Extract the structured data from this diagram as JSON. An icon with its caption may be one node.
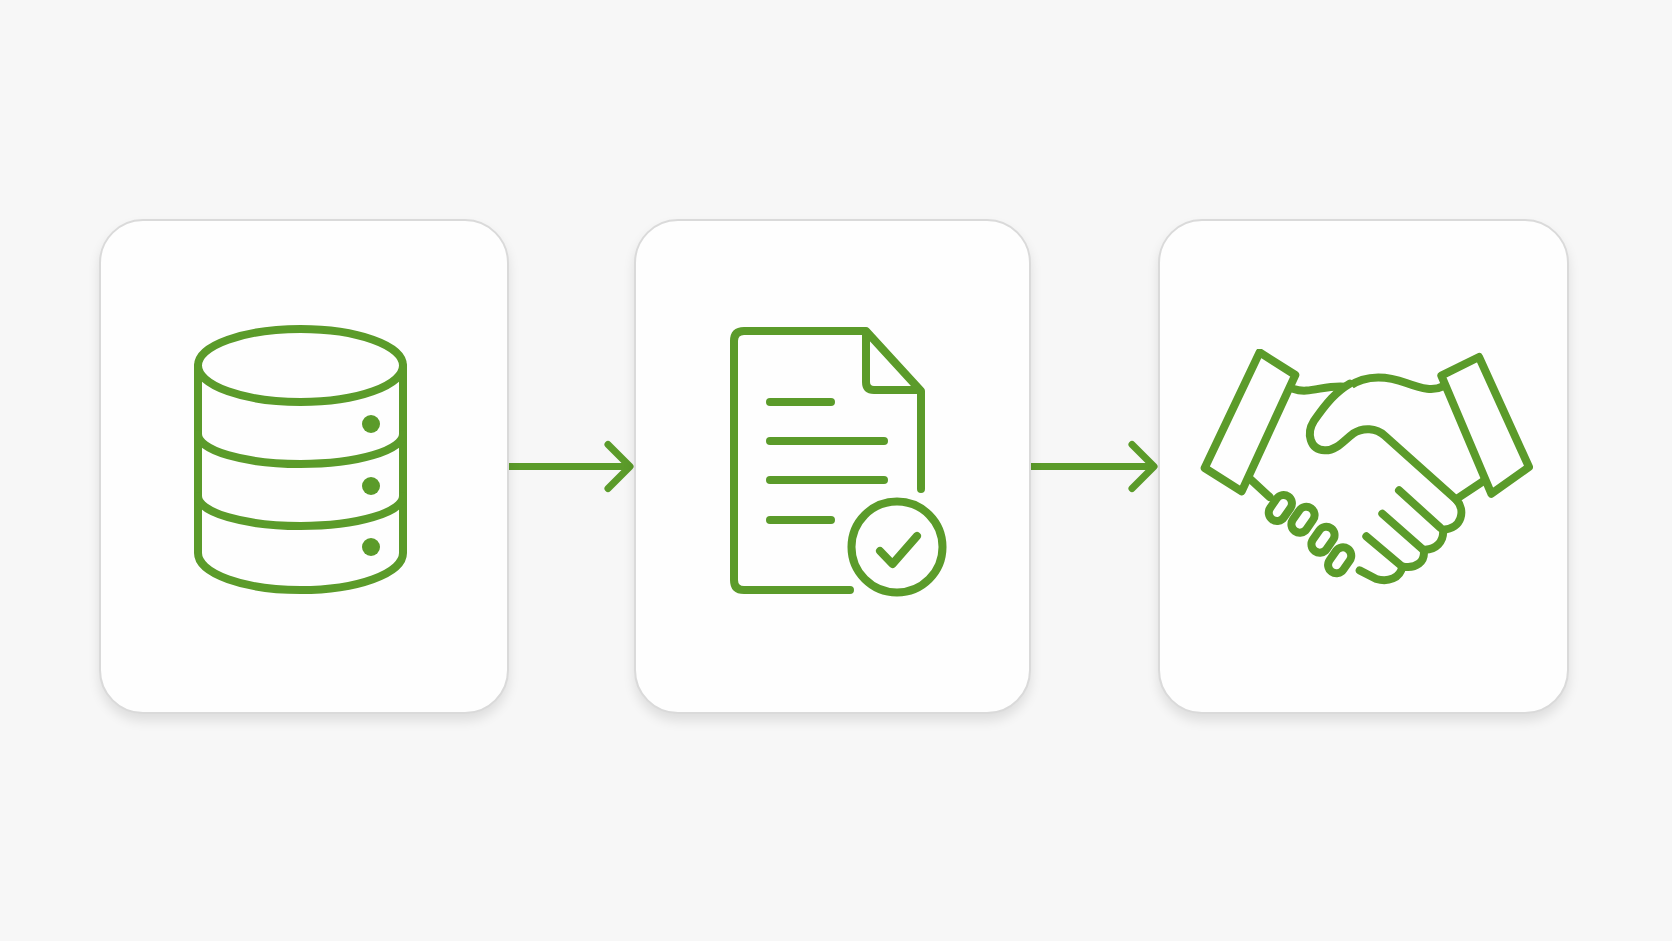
{
  "diagram": {
    "nodes": [
      {
        "text": [],
        "shape": "box"
      },
      {
        "text": [],
        "shape": "picture",
        "in": 0
      },
      {
        "text": [],
        "shape": "box"
      },
      {
        "text": [],
        "shape": "picture",
        "in": 2
      },
      {
        "text": [],
        "shape": "box"
      },
      {
        "text": [],
        "shape": "picture",
        "in": 4
      }
    ],
    "edges": [
      {
        "from": 0,
        "to": 2,
        "arrow": "to"
      },
      {
        "from": 2,
        "to": 4,
        "arrow": "to"
      }
    ]
  }
}
